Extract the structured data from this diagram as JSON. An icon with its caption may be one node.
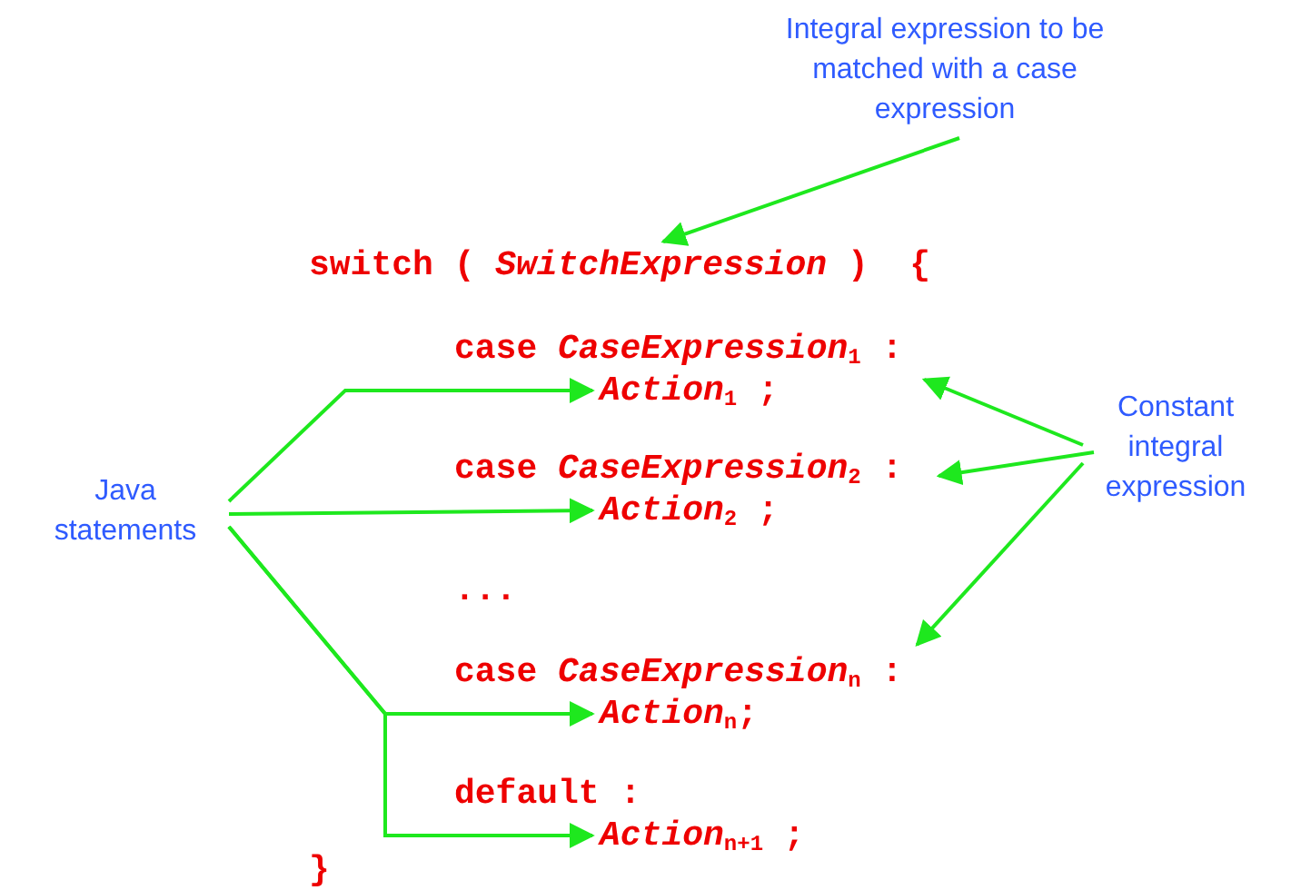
{
  "diagram": {
    "nodes": [
      {
        "text": [
          "Integral expression to be matched with a case expression"
        ]
      },
      {
        "text": [
          "switch ( *SwitchExpression* )  {"
        ]
      },
      {
        "text": [
          "Java statements"
        ]
      },
      {
        "text": [
          "case *CaseExpression*$_{1}$ :"
        ]
      },
      {
        "text": [
          "*Action*$_{1}$ ;"
        ]
      },
      {
        "text": [
          "case *CaseExpression*$_{2}$ :"
        ]
      },
      {
        "text": [
          "*Action*$_{2}$ ;"
        ]
      },
      {
        "text": [
          "..."
        ]
      },
      {
        "text": [
          "case *CaseExpression*$_{n}$ :"
        ]
      },
      {
        "text": [
          "*Action*$_{n}$;"
        ]
      },
      {
        "text": [
          "default :"
        ]
      },
      {
        "text": [
          "*Action*$_{n+1}$ ;"
        ]
      },
      {
        "text": [
          "}"
        ]
      },
      {
        "text": [
          "Constant integral expression"
        ]
      }
    ],
    "edges": [
      {
        "from": 0,
        "to": 1,
        "arrow": "to"
      },
      {
        "from": 2,
        "to": 4,
        "arrow": "to"
      },
      {
        "from": 2,
        "to": 6,
        "arrow": "to"
      },
      {
        "from": 2,
        "to": 9,
        "arrow": "to"
      },
      {
        "from": 2,
        "to": 11,
        "arrow": "to"
      },
      {
        "from": 13,
        "to": 3,
        "arrow": "to"
      },
      {
        "from": 13,
        "to": 5,
        "arrow": "to"
      },
      {
        "from": 13,
        "to": 8,
        "arrow": "to"
      }
    ]
  }
}
